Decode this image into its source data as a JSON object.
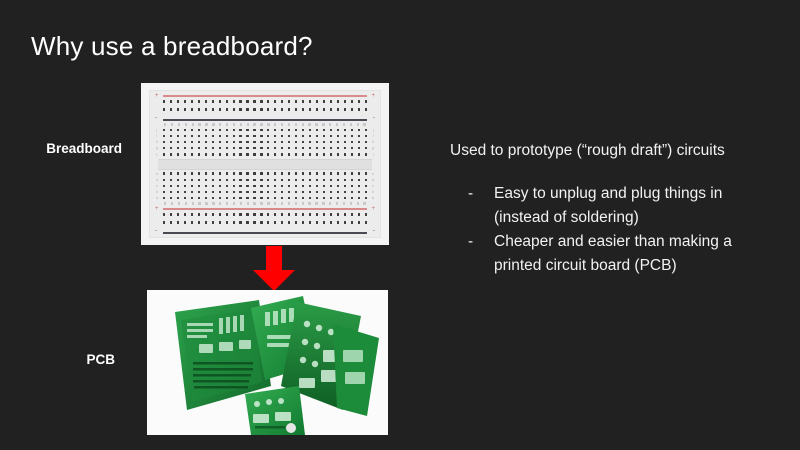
{
  "slide": {
    "title": "Why use a breadboard?",
    "background_color": "#212121",
    "text_color": "#f2f2f2"
  },
  "labels": {
    "breadboard": "Breadboard",
    "pcb": "PCB"
  },
  "figures": {
    "breadboard": {
      "caption": "Breadboard",
      "alt": "White solderless breadboard with power rails and terminal strips",
      "rail_positive_symbol": "+",
      "rail_negative_symbol": "-",
      "rail_positive_color": "#d98a8a",
      "rail_negative_color": "#4a4a52",
      "columns": 30,
      "terminal_rows": 5
    },
    "arrow": {
      "name": "down-arrow",
      "color": "#ff0000",
      "direction": "down"
    },
    "pcb": {
      "caption": "PCB",
      "alt": "Photograph of several green printed circuit boards on a white background",
      "board_color": "#1f8a3c",
      "background_color": "#fbfbfb"
    }
  },
  "body": {
    "lead": "Used to prototype (“rough draft”) circuits",
    "bullet_marker": "-",
    "bullets": [
      "Easy to unplug and plug things in (instead of soldering)",
      "Cheaper and easier than making a printed circuit board (PCB)"
    ]
  }
}
